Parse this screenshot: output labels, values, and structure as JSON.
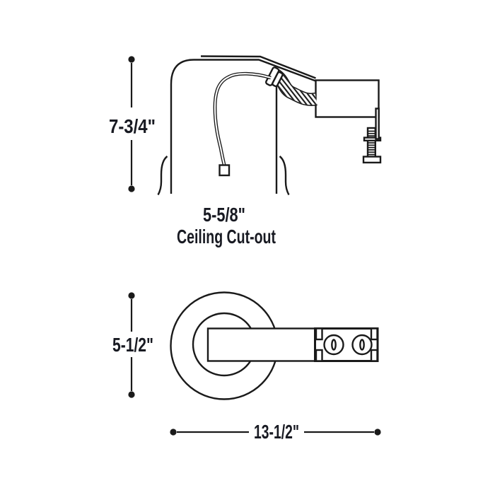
{
  "colors": {
    "background": "#ffffff",
    "line": "#1a1a1a",
    "text": "#181a22"
  },
  "side_view": {
    "height_label": "7-3/4\"",
    "cutout_size": "5-5/8\"",
    "cutout_caption": "Ceiling Cut-out"
  },
  "top_view": {
    "diameter_label": "5-1/2\"",
    "length_label": "13-1/2\""
  }
}
